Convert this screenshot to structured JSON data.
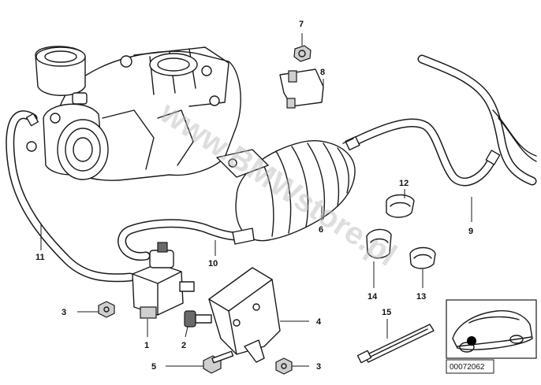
{
  "callouts": {
    "c1": "1",
    "c2": "2",
    "c3a": "3",
    "c3b": "3",
    "c4": "4",
    "c5": "5",
    "c6": "6",
    "c7": "7",
    "c8": "8",
    "c9": "9",
    "c10": "10",
    "c11": "11",
    "c12": "12",
    "c13": "13",
    "c14": "14",
    "c15": "15"
  },
  "watermark": "www.BMWstore.pl",
  "diagram_code": "00072062",
  "colors": {
    "line": "#1a1a1a",
    "shade": "#cfcfcf",
    "watermark": "#b8b8b8"
  }
}
